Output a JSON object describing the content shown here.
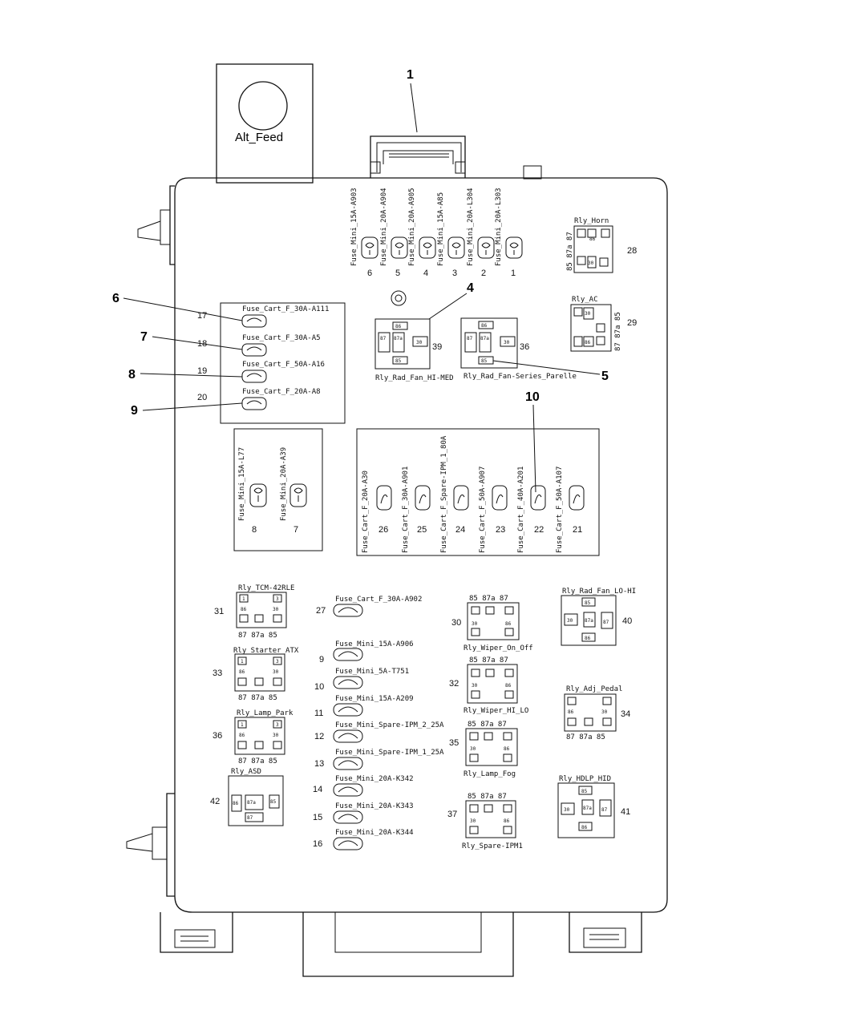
{
  "alt_feed": "Alt_Feed",
  "callouts": [
    "1",
    "4",
    "5",
    "6",
    "7",
    "8",
    "9",
    "10"
  ],
  "top_fuses": [
    {
      "label": "Fuse_Mini_15A-A903",
      "num": "6"
    },
    {
      "label": "Fuse_Mini_20A-A904",
      "num": "5"
    },
    {
      "label": "Fuse_Mini_20A-A905",
      "num": "4"
    },
    {
      "label": "Fuse_Mini_15A-A85",
      "num": "3"
    },
    {
      "label": "Fuse_Mini_20A-L304",
      "num": "2"
    },
    {
      "label": "Fuse_Mini_20A-L303",
      "num": "1"
    }
  ],
  "cart_fuses_left": [
    {
      "label": "Fuse_Cart_F_30A-A111",
      "num": "17"
    },
    {
      "label": "Fuse_Cart_F_30A-A5",
      "num": "18"
    },
    {
      "label": "Fuse_Cart_F_50A-A16",
      "num": "19"
    },
    {
      "label": "Fuse_Cart_F_20A-A8",
      "num": "20"
    }
  ],
  "mini_fuses_small_box": [
    {
      "label": "Fuse_Mini_15A-L77",
      "num": "8"
    },
    {
      "label": "Fuse_Mini_20A-A39",
      "num": "7"
    }
  ],
  "cart_fuses_mid": [
    {
      "label": "Fuse_Cart_F_20A-A30",
      "num": "26"
    },
    {
      "label": "Fuse_Cart_F_30A-A901",
      "num": "25"
    },
    {
      "label": "Fuse_Cart_F_Spare-IPM_1_80A",
      "num": "24"
    },
    {
      "label": "Fuse_Cart_F_50A-A907",
      "num": "23"
    },
    {
      "label": "Fuse_Cart_F_40A-A201",
      "num": "22"
    },
    {
      "label": "Fuse_Cart_F_50A-A107",
      "num": "21"
    }
  ],
  "relays_top": [
    {
      "label": "Rly_Rad_Fan_HI-MED",
      "num": "39"
    },
    {
      "label": "Rly_Rad_Fan-Series_Parelle",
      "num": "36"
    },
    {
      "label": "Rly_Horn",
      "num": "28",
      "pins": "85 87a 87"
    },
    {
      "label": "Rly_AC",
      "num": "29",
      "pins": "87 87a 85"
    }
  ],
  "relays_left": [
    {
      "label": "Rly_TCM-42RLE",
      "num": "31",
      "pins": "87 87a 85"
    },
    {
      "label": "Rly_Starter_ATX",
      "num": "33",
      "pins": "87 87a 85"
    },
    {
      "label": "Rly_Lamp_Park",
      "num": "36",
      "pins": "87 87a 85"
    },
    {
      "label": "Rly_ASD",
      "num": "42"
    }
  ],
  "center_fuses": [
    {
      "label": "Fuse_Cart_F_30A-A902",
      "num": "27"
    },
    {
      "label": "Fuse_Mini_15A-A906",
      "num": "9"
    },
    {
      "label": "Fuse_Mini_5A-T751",
      "num": "10"
    },
    {
      "label": "Fuse_Mini_15A-A209",
      "num": "11"
    },
    {
      "label": "Fuse_Mini_Spare-IPM_2_25A",
      "num": "12"
    },
    {
      "label": "Fuse_Mini_Spare-IPM_1_25A",
      "num": "13"
    },
    {
      "label": "Fuse_Mini_20A-K342",
      "num": "14"
    },
    {
      "label": "Fuse_Mini_20A-K343",
      "num": "15"
    },
    {
      "label": "Fuse_Mini_20A-K344",
      "num": "16"
    }
  ],
  "relays_center": [
    {
      "label": "Rly_Wiper_On_Off",
      "num": "30",
      "pins": "85 87a 87"
    },
    {
      "label": "Rly_Wiper_HI_LO",
      "num": "32",
      "pins": "85 87a 87"
    },
    {
      "label": "Rly_Lamp_Fog",
      "num": "35",
      "pins": "85 87a 87"
    },
    {
      "label": "Rly_Spare-IPM1",
      "num": "37",
      "pins": "85 87a 87"
    }
  ],
  "relays_right": [
    {
      "label": "Rly_Rad_Fan_LO-HI",
      "num": "40"
    },
    {
      "label": "Rly_Adj_Pedal",
      "num": "34",
      "pins": "87 87a 85"
    },
    {
      "label": "Rly_HDLP_HID",
      "num": "41"
    }
  ]
}
